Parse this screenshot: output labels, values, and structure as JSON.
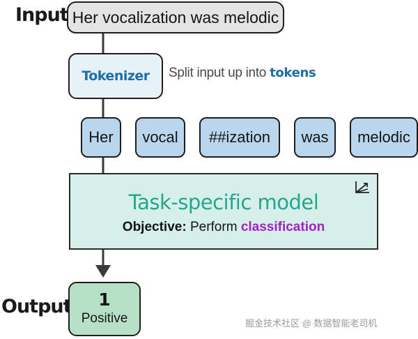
{
  "input": {
    "label": "Input",
    "text": "Her vocalization was melodic"
  },
  "tokenizer": {
    "label": "Tokenizer",
    "note_prefix": "Split input up into",
    "note_keyword": "tokens"
  },
  "tokens": [
    "Her",
    "vocal",
    "##ization",
    "was",
    "melodic"
  ],
  "model": {
    "title": "Task-specific model",
    "objective_label": "Objective:",
    "objective_text": "Perform",
    "objective_keyword": "classification",
    "icon": "chart-axes-icon"
  },
  "output": {
    "label": "Output",
    "value": "1",
    "class_label": "Positive"
  },
  "watermark": "掘金技术社区 @ 数据智能老司机",
  "colors": {
    "input_box": "#e4e4e4",
    "tokenizer_box": "#e7f1f8",
    "token_box": "#b9d6ec",
    "model_box": "#d6efeb",
    "output_box": "#b7e1c7",
    "tokenizer_text": "#1e6fa8",
    "model_title": "#26a68b",
    "classification_text": "#a422c4"
  }
}
